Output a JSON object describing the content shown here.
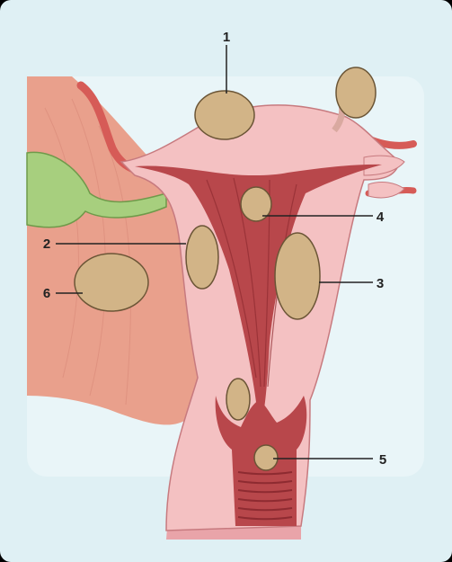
{
  "diagram": {
    "colors": {
      "frame_bg": "#dff0f4",
      "panel_bg": "#e9f5f8",
      "tissue_outer": "#e9a4a9",
      "tissue_inner": "#f4c1c2",
      "muscle": "#b8474b",
      "muscle_dark": "#8e2b31",
      "ligament": "#e9a08c",
      "ovary": "#a7cf7e",
      "fibroid": "#d2b487",
      "fibroid_stroke": "#6b5536",
      "vessel": "#d65b57",
      "line": "#222222"
    },
    "callouts": [
      {
        "number": "1",
        "target": "fibroid-subserosal-top"
      },
      {
        "number": "2",
        "target": "fibroid-intramural-left"
      },
      {
        "number": "3",
        "target": "fibroid-intramural-right"
      },
      {
        "number": "4",
        "target": "fibroid-submucosal"
      },
      {
        "number": "5",
        "target": "fibroid-cervical"
      },
      {
        "number": "6",
        "target": "fibroid-broad-ligament"
      }
    ]
  }
}
